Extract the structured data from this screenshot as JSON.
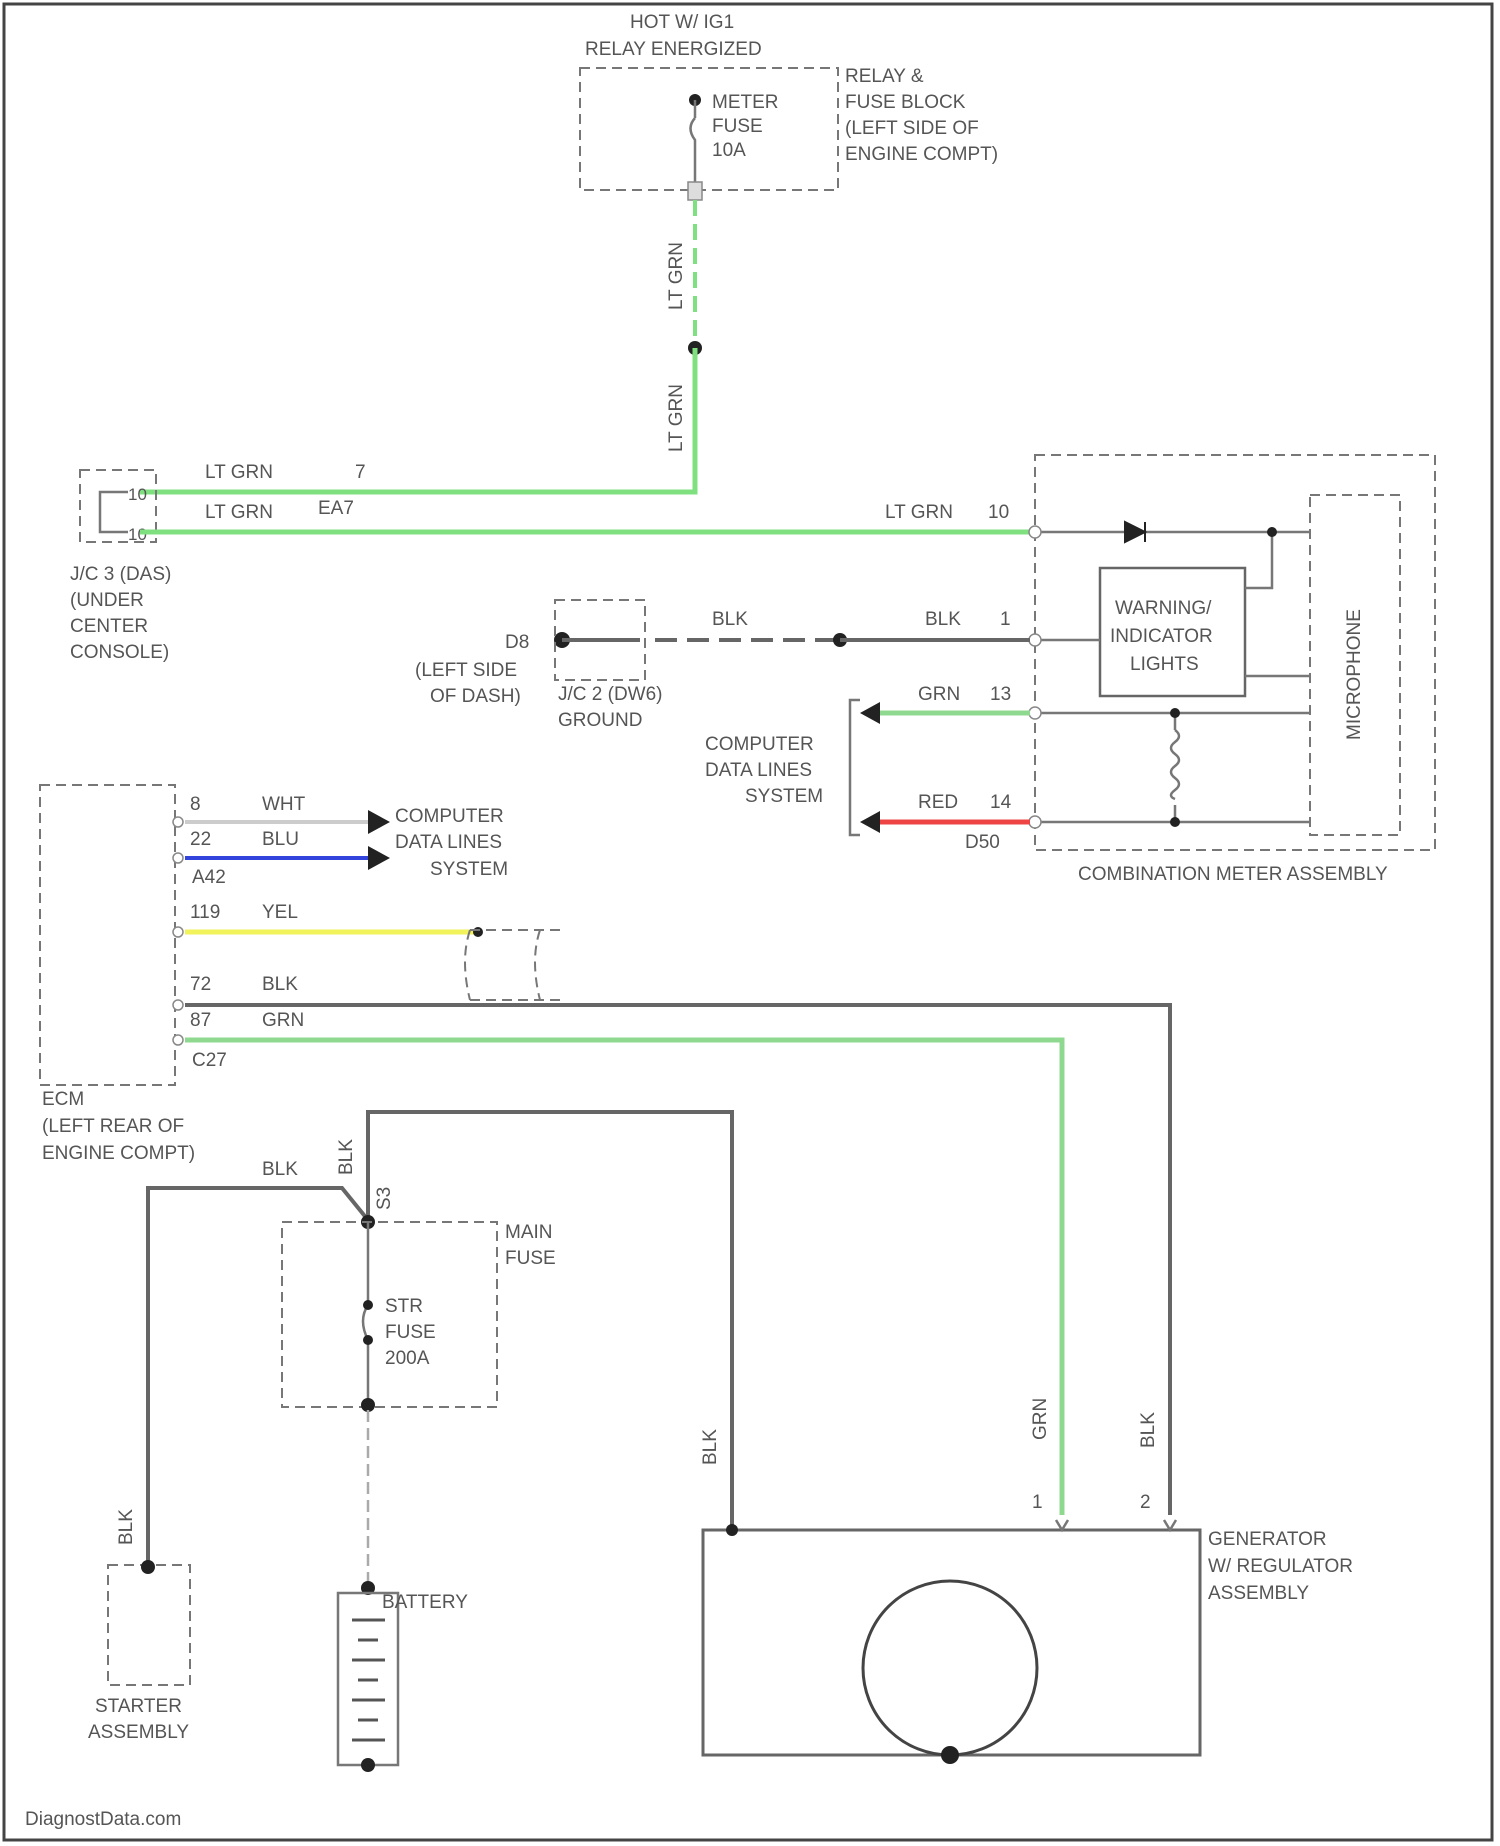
{
  "colors": {
    "lt_grn": "#7fe07f",
    "grn": "#8fd88f",
    "blk": "#666666",
    "wht": "#cccccc",
    "blu": "#3344dd",
    "yel": "#f2f25a",
    "red": "#ee4444"
  },
  "top_block": {
    "hot_label_1": "HOT W/ IG1",
    "hot_label_2": "RELAY ENERGIZED",
    "fuse_lines": [
      "METER",
      "FUSE",
      "10A"
    ],
    "relay_block_lines": [
      "RELAY &",
      "FUSE BLOCK",
      "(LEFT SIDE OF",
      "ENGINE COMPT)"
    ]
  },
  "wires": {
    "lt_grn_v1": "LT GRN",
    "lt_grn_v2": "LT GRN",
    "lt_grn_h1": "LT GRN",
    "lt_grn_h2": "LT GRN",
    "pin_7": "7",
    "conn_ea7": "EA7",
    "lt_grn_meter": "LT GRN",
    "pin_10": "10",
    "blk_ground_1": "BLK",
    "blk_ground_2": "BLK",
    "pin_1": "1",
    "grn_meter": "GRN",
    "pin_13": "13",
    "red_meter": "RED",
    "pin_14": "14",
    "conn_d50": "D50"
  },
  "jc_left": {
    "lines": [
      "J/C 3 (DAS)",
      "(UNDER",
      "CENTER",
      "CONSOLE)"
    ]
  },
  "ground": {
    "id": "D8",
    "location_lines": [
      "(LEFT SIDE",
      "OF DASH)"
    ],
    "jc_lines": [
      "J/C 2 (DW6)",
      "GROUND"
    ]
  },
  "meter": {
    "warning_lines": [
      "WARNING/",
      "INDICATOR",
      "LIGHTS"
    ],
    "micro": "MICROPHONE",
    "assembly_label": "COMBINATION METER ASSEMBLY",
    "data_lines_label": [
      "COMPUTER",
      "DATA LINES",
      "SYSTEM"
    ]
  },
  "ecm": {
    "label_lines": [
      "ECM",
      "(LEFT REAR OF",
      "ENGINE COMPT)"
    ],
    "pins": [
      {
        "pin": "8",
        "color": "WHT"
      },
      {
        "pin": "22",
        "color": "BLU"
      },
      {
        "pin": "A42",
        "color": ""
      },
      {
        "pin": "119",
        "color": "YEL"
      },
      {
        "pin": "72",
        "color": "BLK"
      },
      {
        "pin": "87",
        "color": "GRN"
      },
      {
        "pin": "C27",
        "color": ""
      }
    ],
    "data_lines_label": [
      "COMPUTER",
      "DATA LINES",
      "SYSTEM"
    ]
  },
  "lower": {
    "blk_top": "BLK",
    "blk_vertical": "BLK",
    "pin_s3": "S3",
    "main_fuse_lines": [
      "MAIN",
      "FUSE"
    ],
    "str_fuse_lines": [
      "STR",
      "FUSE",
      "200A"
    ],
    "blk_starter": "BLK",
    "starter_lines": [
      "STARTER",
      "ASSEMBLY"
    ],
    "battery": "BATTERY",
    "blk_gen": "BLK",
    "grn_gen": "GRN",
    "blk_gen2": "BLK",
    "pin_gen_1": "1",
    "pin_gen_2": "2",
    "generator_lines": [
      "GENERATOR",
      "W/ REGULATOR",
      "ASSEMBLY"
    ]
  },
  "watermark": "DiagnostData.com"
}
